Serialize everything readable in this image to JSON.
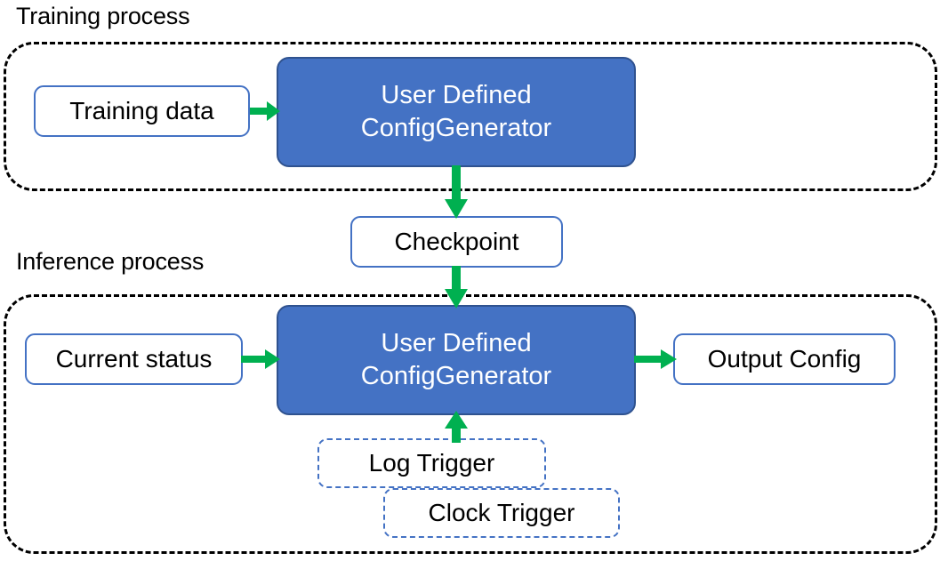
{
  "diagram": {
    "title_training": "Training process",
    "title_inference": "Inference process",
    "colors": {
      "process_fill": "#4472C4",
      "process_border": "#2F528F",
      "box_border": "#4472C4",
      "arrow": "#00B050",
      "group_border": "#000000",
      "text": "#000000",
      "process_text": "#FFFFFF"
    },
    "training_group": {
      "label": "Training process",
      "nodes": {
        "training_data": "Training data",
        "generator_line1": "User Defined",
        "generator_line2": "ConfigGenerator"
      }
    },
    "bridge": {
      "checkpoint": "Checkpoint"
    },
    "inference_group": {
      "label": "Inference process",
      "nodes": {
        "current_status": "Current status",
        "generator_line1": "User Defined",
        "generator_line2": "ConfigGenerator",
        "output_config": "Output Config",
        "log_trigger": "Log Trigger",
        "clock_trigger": "Clock Trigger"
      }
    },
    "edges": [
      {
        "name": "training-data-to-generator",
        "from": "Training data",
        "to": "User Defined ConfigGenerator",
        "direction": "right"
      },
      {
        "name": "generator-to-checkpoint",
        "from": "User Defined ConfigGenerator",
        "to": "Checkpoint",
        "direction": "down"
      },
      {
        "name": "checkpoint-to-generator",
        "from": "Checkpoint",
        "to": "User Defined ConfigGenerator",
        "direction": "down"
      },
      {
        "name": "status-to-generator",
        "from": "Current status",
        "to": "User Defined ConfigGenerator",
        "direction": "right"
      },
      {
        "name": "generator-to-output",
        "from": "User Defined ConfigGenerator",
        "to": "Output Config",
        "direction": "right"
      },
      {
        "name": "log-trigger-to-generator",
        "from": "Log Trigger",
        "to": "User Defined ConfigGenerator",
        "direction": "up"
      }
    ]
  }
}
